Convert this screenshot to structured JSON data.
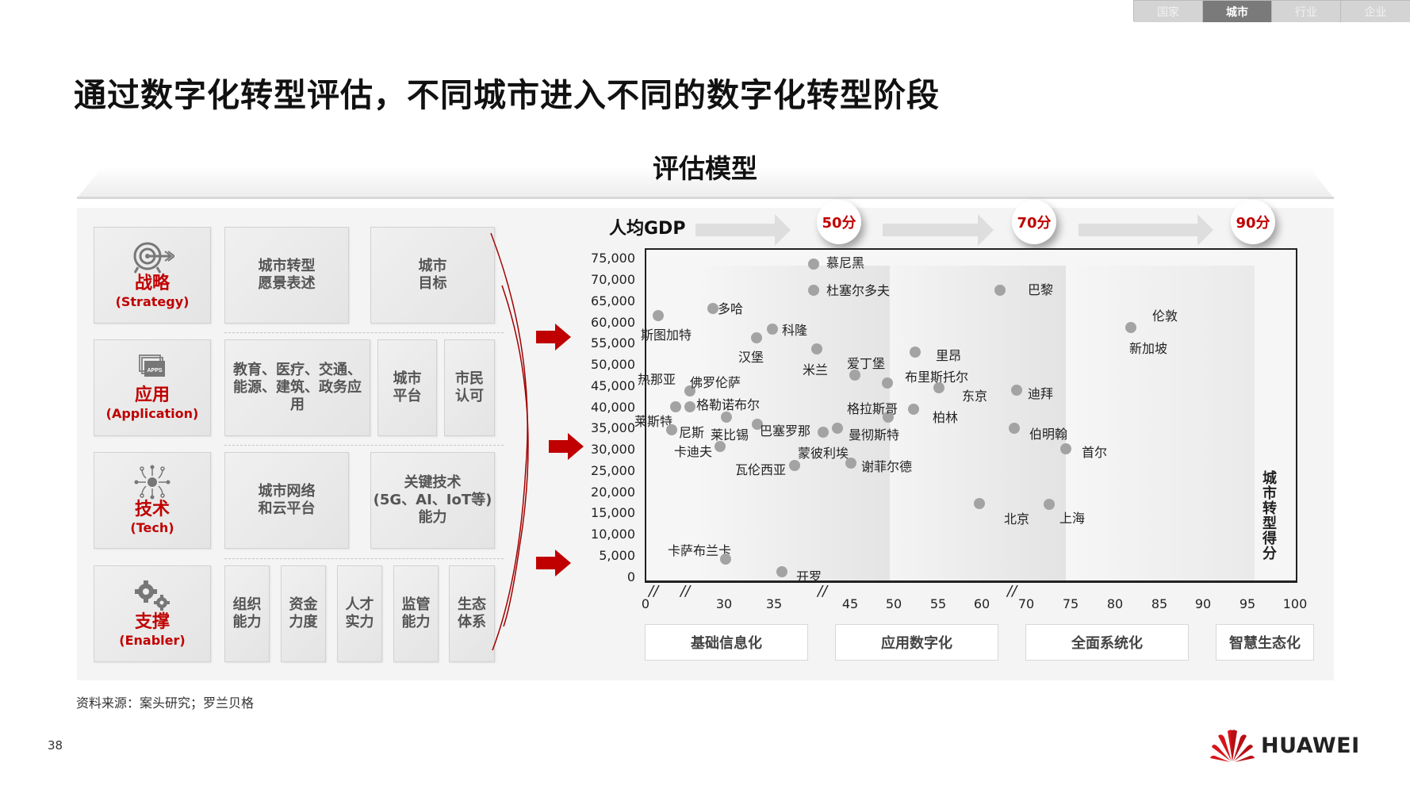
{
  "nav": {
    "tabs": [
      {
        "label": "国家",
        "active": false
      },
      {
        "label": "城市",
        "active": true
      },
      {
        "label": "行业",
        "active": false
      },
      {
        "label": "企业",
        "active": false
      }
    ]
  },
  "page_title": "通过数字化转型评估，不同城市进入不同的数字化转型阶段",
  "model_title": "评估模型",
  "model": {
    "strategy": {
      "zh": "战略",
      "en": "(Strategy)",
      "icon": "target-icon",
      "items": [
        "城市转型\n愿景表述",
        "城市\n目标"
      ]
    },
    "application": {
      "zh": "应用",
      "en": "(Application)",
      "icon": "apps-icon",
      "items": [
        "教育、医疗、交通、\n能源、建筑、政务应\n用",
        "城市\n平台",
        "市民\n认可"
      ]
    },
    "tech": {
      "zh": "技术",
      "en": "(Tech)",
      "icon": "network-chip-icon",
      "items": [
        "城市网络\n和云平台",
        "关键技术\n(5G、AI、IoT等)\n能力"
      ]
    },
    "enabler": {
      "zh": "支撑",
      "en": "(Enabler)",
      "icon": "gears-icon",
      "items": [
        "组织\n能力",
        "资金\n力度",
        "人才\n实力",
        "监管\n能力",
        "生态\n体系"
      ]
    }
  },
  "chart": {
    "ylabel": "人均GDP",
    "xlabel_vertical": "城市转型得分",
    "thresholds": [
      "50分",
      "70分",
      "90分"
    ],
    "y_ticks": [
      "75,000",
      "70,000",
      "65,000",
      "60,000",
      "55,000",
      "50,000",
      "45,000",
      "40,000",
      "35,000",
      "30,000",
      "25,000",
      "20,000",
      "15,000",
      "10,000",
      "5,000",
      "0"
    ],
    "x_ticks": [
      "0",
      "30",
      "35",
      "45",
      "50",
      "55",
      "60",
      "70",
      "75",
      "80",
      "85",
      "90",
      "95",
      "100"
    ],
    "stages": [
      "基础信息化",
      "应用数字化",
      "全面系统化",
      "智慧生态化"
    ]
  },
  "chart_data": {
    "type": "scatter",
    "title": "评估模型",
    "xlabel": "城市转型得分",
    "ylabel": "人均GDP",
    "xlim": [
      0,
      100
    ],
    "ylim": [
      0,
      75000
    ],
    "x_axis_breaks": [
      "0-30",
      "40-45",
      "60-70"
    ],
    "x_tick_labels": [
      0,
      30,
      35,
      45,
      50,
      55,
      60,
      70,
      75,
      80,
      85,
      90,
      95,
      100
    ],
    "stage_thresholds": [
      50,
      70,
      90
    ],
    "stages": [
      "基础信息化",
      "应用数字化",
      "全面系统化",
      "智慧生态化"
    ],
    "points": [
      {
        "city": "慕尼黑",
        "x": 43,
        "y": 73000
      },
      {
        "city": "杜塞尔多夫",
        "x": 43,
        "y": 67500
      },
      {
        "city": "巴黎",
        "x": 68,
        "y": 67000
      },
      {
        "city": "伦敦",
        "x": 84,
        "y": 59500
      },
      {
        "city": "新加坡",
        "x": 84,
        "y": 59000
      },
      {
        "city": "斯图加特",
        "x": 22,
        "y": 61500
      },
      {
        "city": "多哈",
        "x": 28,
        "y": 63500
      },
      {
        "city": "科隆",
        "x": 36,
        "y": 58500
      },
      {
        "city": "汉堡",
        "x": 34,
        "y": 56500
      },
      {
        "city": "米兰",
        "x": 43,
        "y": 54000
      },
      {
        "city": "里昂",
        "x": 55,
        "y": 53500
      },
      {
        "city": "爱丁堡",
        "x": 46,
        "y": 48500
      },
      {
        "city": "布里斯托尔",
        "x": 51,
        "y": 47000
      },
      {
        "city": "东京",
        "x": 58,
        "y": 45500
      },
      {
        "city": "迪拜",
        "x": 71,
        "y": 45000
      },
      {
        "city": "热那亚",
        "x": 25,
        "y": 42500
      },
      {
        "city": "佛罗伦萨",
        "x": 27,
        "y": 45000
      },
      {
        "city": "格勒诺布尔",
        "x": 27,
        "y": 42500
      },
      {
        "city": "格拉斯哥",
        "x": 50,
        "y": 39000
      },
      {
        "city": "柏林",
        "x": 54,
        "y": 41500
      },
      {
        "city": "莱斯特",
        "x": 24,
        "y": 35000
      },
      {
        "city": "尼斯",
        "x": 24,
        "y": 35000
      },
      {
        "city": "莱比锡",
        "x": 30,
        "y": 38000
      },
      {
        "city": "巴塞罗那",
        "x": 37,
        "y": 35500
      },
      {
        "city": "蒙彼利埃",
        "x": 42,
        "y": 34500
      },
      {
        "city": "曼彻斯特",
        "x": 44,
        "y": 35000
      },
      {
        "city": "伯明翰",
        "x": 71,
        "y": 35000
      },
      {
        "city": "卡迪夫",
        "x": 29,
        "y": 31000
      },
      {
        "city": "首尔",
        "x": 74,
        "y": 31000
      },
      {
        "city": "瓦伦西亚",
        "x": 38,
        "y": 27000
      },
      {
        "city": "谢菲尔德",
        "x": 46,
        "y": 27500
      },
      {
        "city": "北京",
        "x": 59,
        "y": 18000
      },
      {
        "city": "上海",
        "x": 74,
        "y": 17500
      },
      {
        "city": "卡萨布兰卡",
        "x": 29,
        "y": 4500
      },
      {
        "city": "开罗",
        "x": 36,
        "y": 2000
      }
    ]
  },
  "source": "资料来源：案头研究；罗兰贝格",
  "page_number": "38",
  "logo_text": "HUAWEI",
  "colors": {
    "accent_red": "#c00000",
    "dot_gray": "#a3a3a3",
    "panel_bg": "#f4f4f4"
  }
}
